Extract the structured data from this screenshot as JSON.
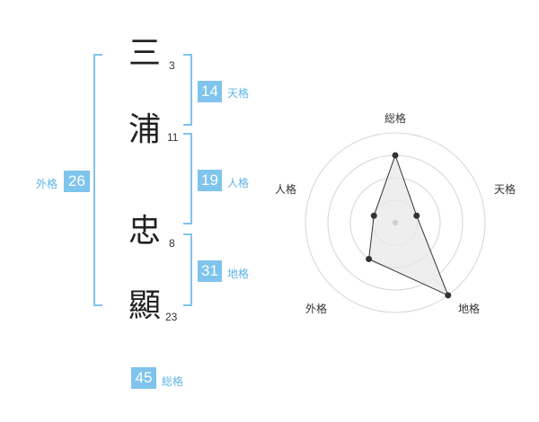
{
  "name_chars": [
    {
      "char": "三",
      "strokes": "3"
    },
    {
      "char": "浦",
      "strokes": "11"
    },
    {
      "char": "忠",
      "strokes": "8"
    },
    {
      "char": "顯",
      "strokes": "23"
    }
  ],
  "fortunes": {
    "tenkaku": {
      "value": "14",
      "label": "天格"
    },
    "jinkaku": {
      "value": "19",
      "label": "人格"
    },
    "chikaku": {
      "value": "31",
      "label": "地格"
    },
    "gaikaku": {
      "value": "26",
      "label": "外格"
    },
    "soukaku": {
      "value": "45",
      "label": "総格"
    }
  },
  "colors": {
    "accent": "#7fc4ec",
    "label": "#5fb4e6",
    "radar_fill": "#e8e8e8",
    "radar_line": "#333333"
  },
  "chart_data": {
    "type": "radar",
    "axes": [
      "総格",
      "天格",
      "地格",
      "外格",
      "人格"
    ],
    "levels": 4,
    "max": 4,
    "values": [
      3,
      1,
      4,
      2,
      1
    ]
  }
}
